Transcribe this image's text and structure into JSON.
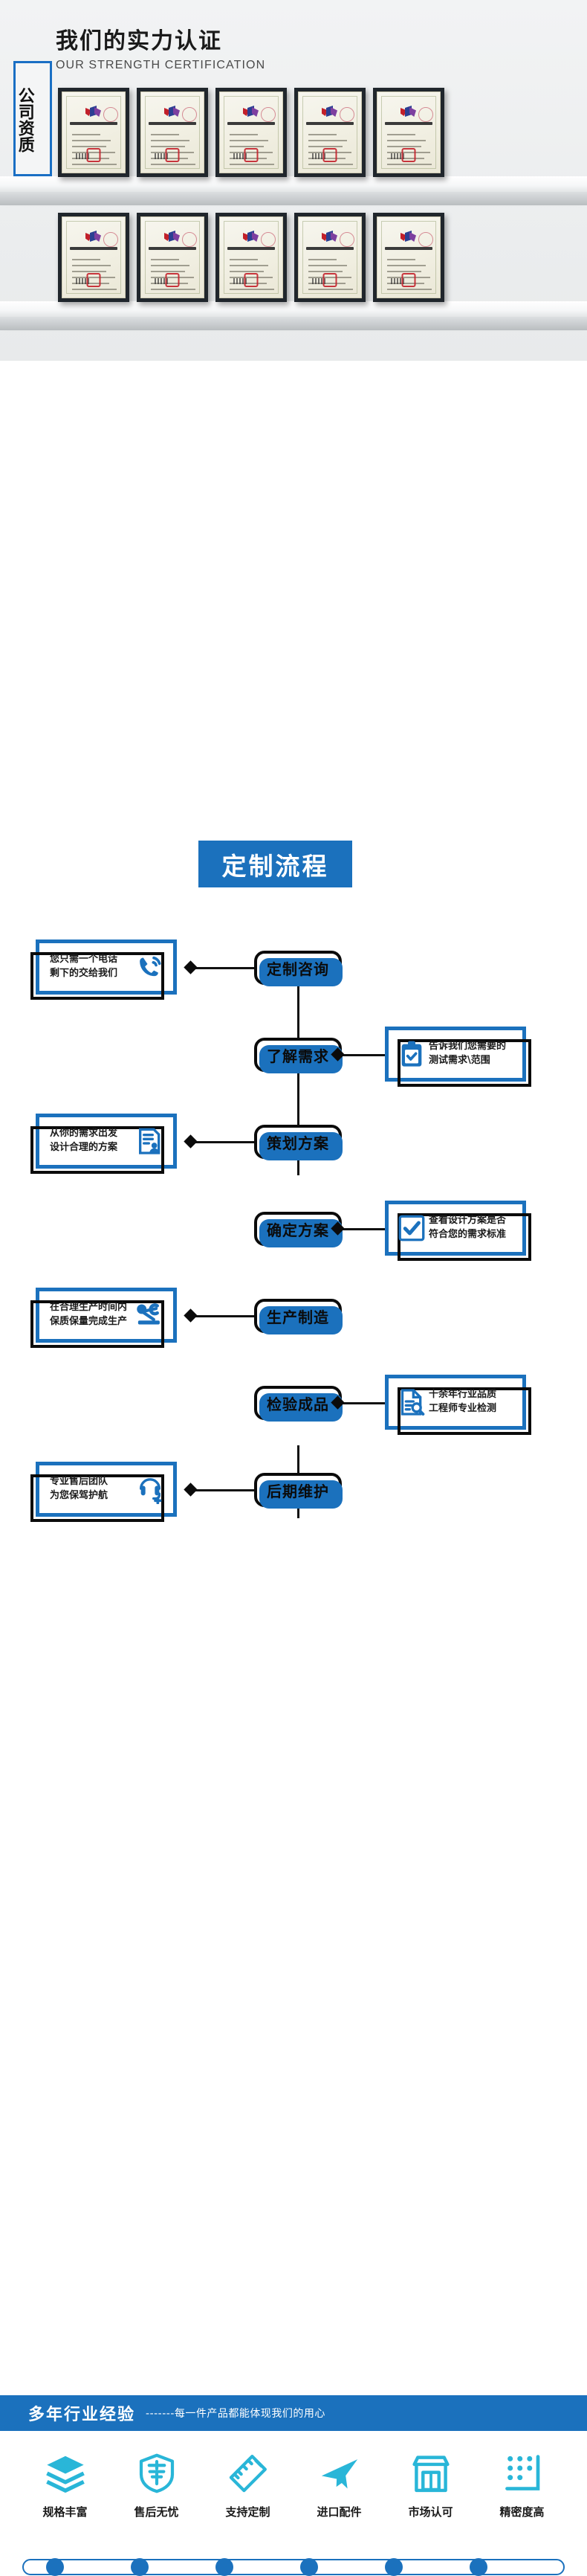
{
  "certification": {
    "title_cn": "我们的实力认证",
    "title_en": "OUR STRENGTH CERTIFICATION",
    "badge": "公司资质",
    "certificate_title": "实用新型专利证书",
    "row1_count": 5,
    "row2_count": 5,
    "accent": "#1b71bd"
  },
  "flow": {
    "title": "定制流程",
    "steps": [
      {
        "label": "定制咨询"
      },
      {
        "label": "了解需求"
      },
      {
        "label": "策划方案"
      },
      {
        "label": "确定方案"
      },
      {
        "label": "生产制造"
      },
      {
        "label": "检验成品"
      },
      {
        "label": "后期维护"
      }
    ],
    "callouts": [
      {
        "side": "left",
        "line1": "您只需一个电话",
        "line2": "剩下的交给我们",
        "icon": "phone-call-icon"
      },
      {
        "side": "right",
        "line1": "告诉我们您需要的",
        "line2": "测试需求\\范围",
        "icon": "clipboard-check-icon"
      },
      {
        "side": "left",
        "line1": "从你的需求出发",
        "line2": "设计合理的方案",
        "icon": "document-user-icon"
      },
      {
        "side": "right",
        "line1": "查看设计方案是否",
        "line2": "符合您的需求标准",
        "icon": "checkbox-tick-icon"
      },
      {
        "side": "left",
        "line1": "在合理生产时间内",
        "line2": "保质保量完成生产",
        "icon": "robot-arm-icon"
      },
      {
        "side": "right",
        "line1": "十余年行业品质",
        "line2": "工程师专业检测",
        "icon": "document-search-icon"
      },
      {
        "side": "left",
        "line1": "专业售后团队",
        "line2": "为您保驾护航",
        "icon": "headset-add-icon"
      }
    ]
  },
  "experience": {
    "bar_title": "多年行业经验",
    "bar_subtitle": "-------每一件产品都能体现我们的用心",
    "features": [
      {
        "label": "规格丰富",
        "icon": "layers-icon"
      },
      {
        "label": "售后无忧",
        "icon": "sale-shield-icon"
      },
      {
        "label": "支持定制",
        "icon": "ruler-pencil-icon"
      },
      {
        "label": "进口配件",
        "icon": "airplane-icon"
      },
      {
        "label": "市场认可",
        "icon": "storefront-icon"
      },
      {
        "label": "精密度高",
        "icon": "precision-dots-icon"
      }
    ],
    "track_dots": 6
  }
}
